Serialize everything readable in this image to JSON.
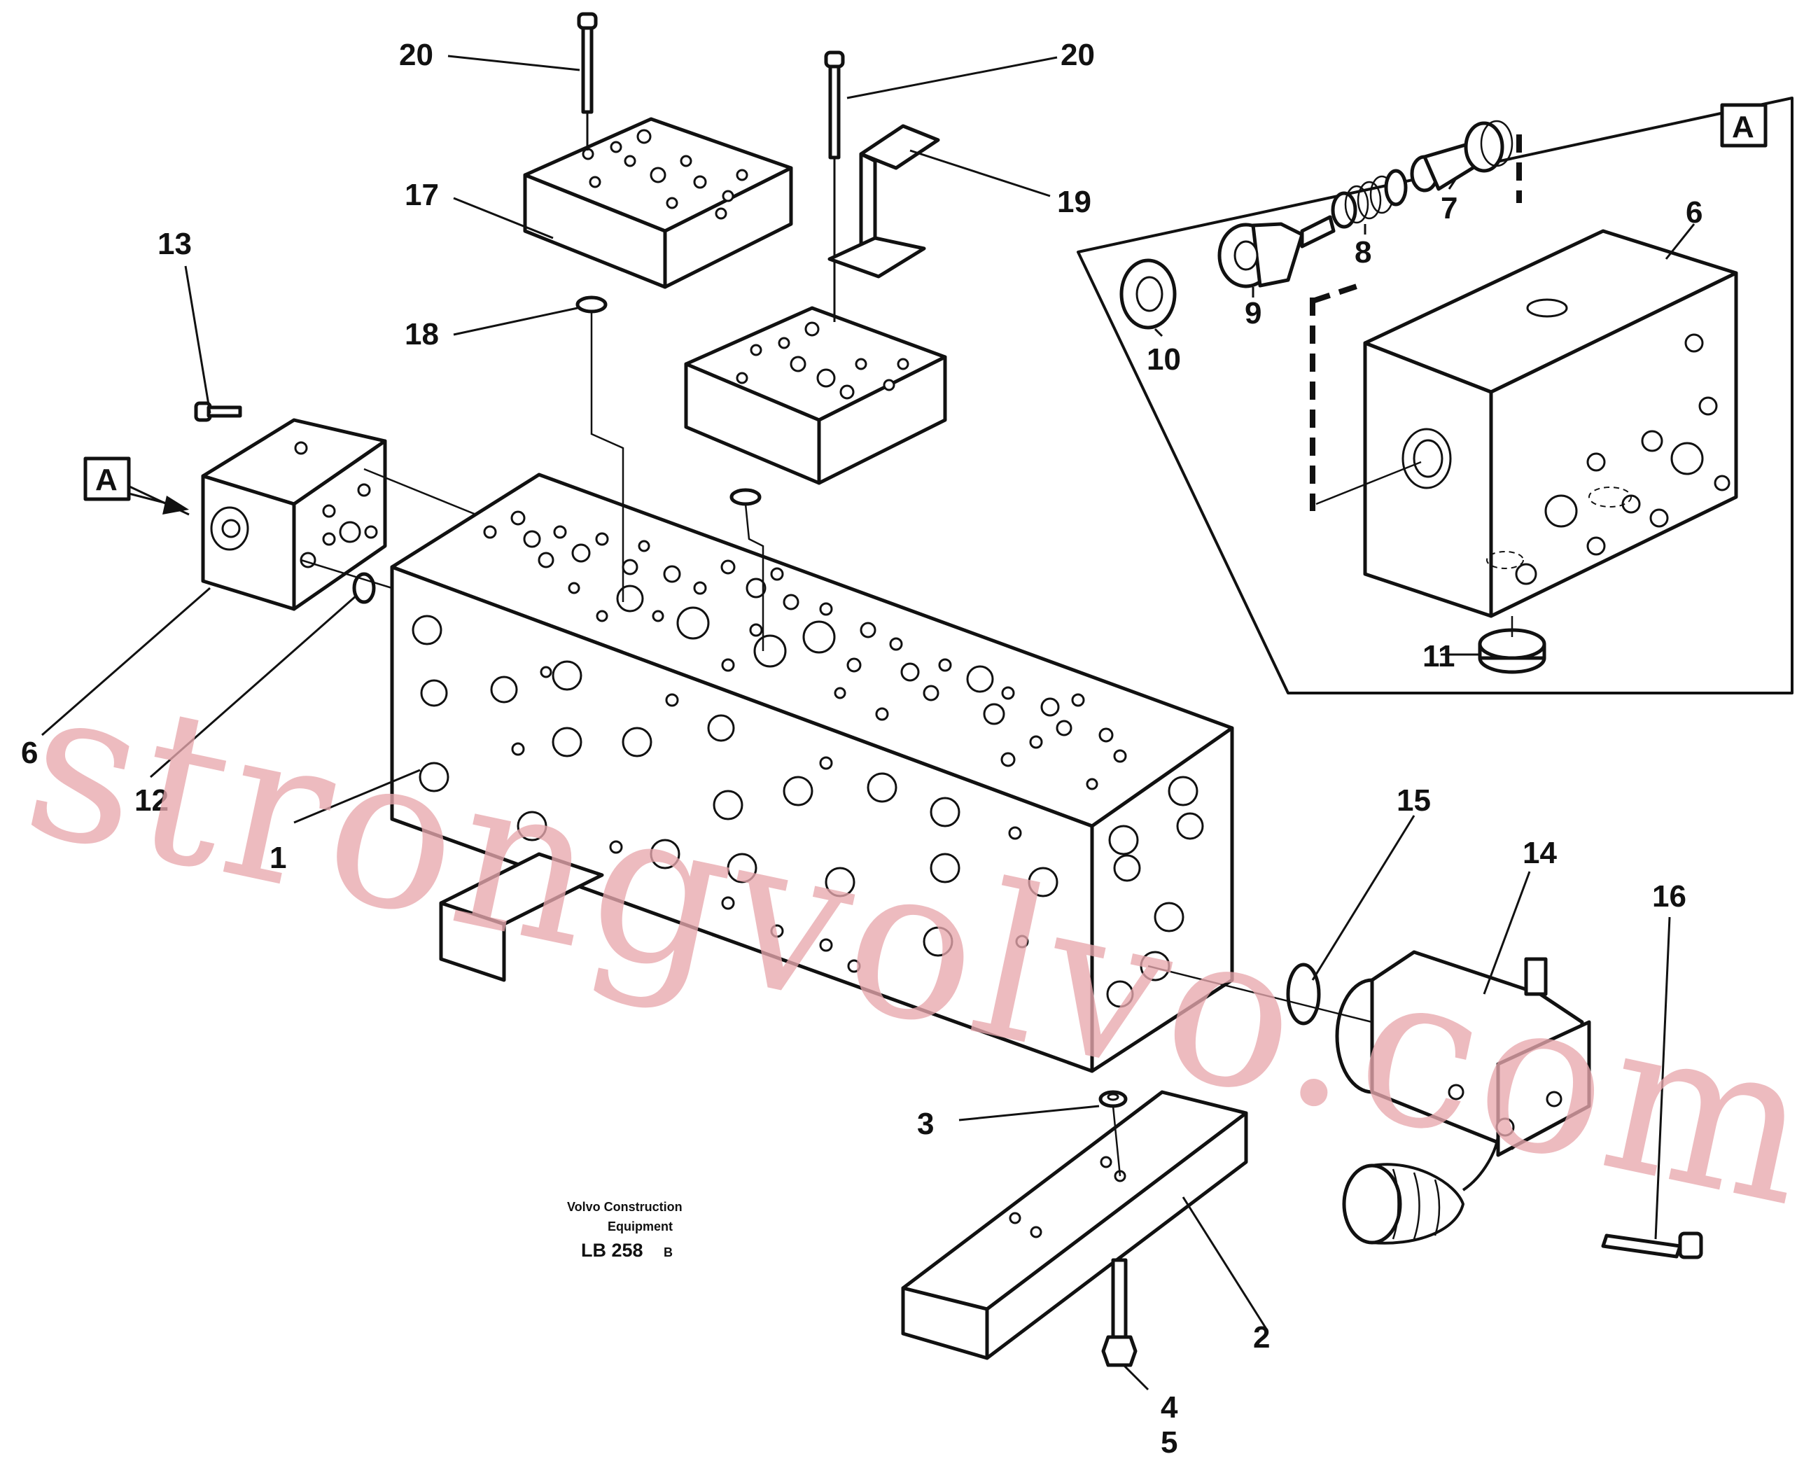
{
  "callouts": {
    "c1": "1",
    "c2": "2",
    "c3": "3",
    "c4": "4",
    "c5": "5",
    "c6a": "6",
    "c6b": "6",
    "c7": "7",
    "c8": "8",
    "c9": "9",
    "c10": "10",
    "c11": "11",
    "c12": "12",
    "c13": "13",
    "c14": "14",
    "c15": "15",
    "c16": "16",
    "c17": "17",
    "c18": "18",
    "c19": "19",
    "c20a": "20",
    "c20b": "20"
  },
  "detail_marker": "A",
  "credit": {
    "line1": "Volvo Construction",
    "line2": "Equipment",
    "code": "LB 258",
    "suffix": "B"
  },
  "watermark": "strongvolvo.com"
}
